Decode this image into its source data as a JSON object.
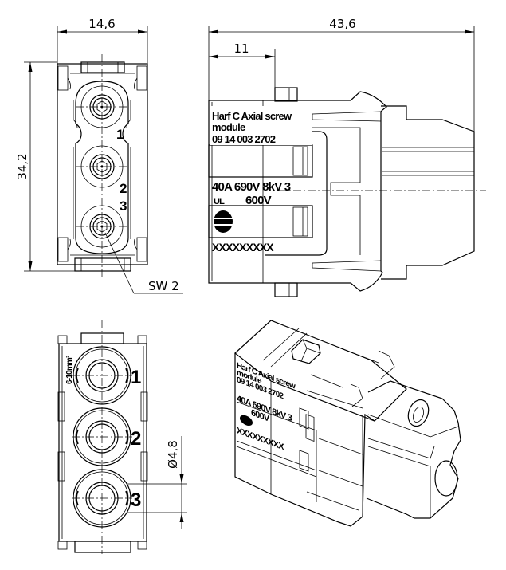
{
  "drawing": {
    "title": "Han C Axial screw module technical drawing",
    "front_view": {
      "width_dim": "14,6",
      "height_dim": "34,2",
      "wrench_callout": "SW 2",
      "pin_labels": [
        "1",
        "2",
        "3"
      ]
    },
    "side_view": {
      "length_dim": "43,6",
      "offset_dim": "11",
      "label_lines": [
        "Harf C Axial screw",
        "module",
        "09 14 003 2702"
      ],
      "rating_line": "40A 690V 8kV 3",
      "ul_mark": "UL",
      "ul_voltage": "600V",
      "serial_placeholder": "XXXXXXXXX"
    },
    "rear_view": {
      "wire_range": "6-10mm²",
      "diameter_dim": "Ø4,8",
      "pin_labels": [
        "1",
        "2",
        "3"
      ]
    },
    "iso_view": {
      "label_lines": [
        "Harf C Axial screw",
        "module",
        "09 14 003 2702"
      ],
      "rating_line": "40A 690V 8kV 3",
      "ul_voltage": "600V",
      "serial_placeholder": "XXXXXXXXX"
    }
  },
  "colors": {
    "line": "#000000",
    "background": "#ffffff"
  }
}
